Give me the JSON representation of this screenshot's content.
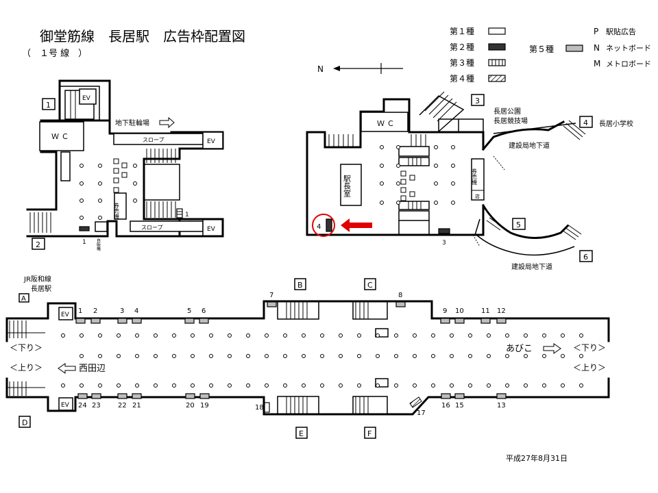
{
  "title": "御堂筋線　長居駅　広告枠配置図",
  "subtitle": "（　１号 線　）",
  "legend": {
    "type1": "第１種",
    "type2": "第２種",
    "type3": "第３種",
    "type4": "第４種",
    "type5": "第５種",
    "p_letter": "P",
    "p_label": "駅貼広告",
    "n_letter": "N",
    "n_label": "ネットボード",
    "m_letter": "M",
    "m_label": "メトロボード"
  },
  "north": "N",
  "concourse_left": {
    "exit1": "1",
    "exit2": "2",
    "ev_top": "EV",
    "ev_right_top": "EV",
    "ev_right_bottom": "EV",
    "wc": "Ｗ Ｃ",
    "bike_parking": "地下駐輪場",
    "slope_top": "スロープ",
    "slope_bottom": "スロープ",
    "ticket_machine": "券売機",
    "vending": "自販機",
    "ad_1a": "1",
    "ad_1b": "1"
  },
  "concourse_right": {
    "exit3": "3",
    "exit4": "4",
    "exit5": "5",
    "exit6": "6",
    "wc": "Ｗ Ｃ",
    "station_master": "駅長室",
    "ticket_machine": "券売機",
    "shop": "店",
    "park": "長居公園",
    "stadium": "長居競技場",
    "school": "長居小学校",
    "underpass_top": "建設局地下道",
    "underpass_bottom": "建設局地下道",
    "ad_4": "4",
    "ad_3": "3"
  },
  "platform": {
    "jr_line": "JR阪和線",
    "jr_station": "長居駅",
    "exit_a": "A",
    "exit_b": "B",
    "exit_c": "C",
    "exit_d": "D",
    "exit_e": "E",
    "exit_f": "F",
    "ev_top": "EV",
    "ev_bottom": "EV",
    "down_left": "＜下り＞",
    "down_right": "＜下り＞",
    "up_left": "＜上り＞",
    "up_right": "＜上り＞",
    "dest_abiko": "あびこ",
    "dest_nishitanabe": "西田辺",
    "top_ads": [
      "1",
      "2",
      "3",
      "4",
      "5",
      "6",
      "7",
      "8",
      "9",
      "10",
      "11",
      "12"
    ],
    "bottom_ads": [
      "24",
      "23",
      "22",
      "21",
      "20",
      "19",
      "18",
      "17",
      "16",
      "15",
      "13"
    ]
  },
  "date": "平成27年8月31日"
}
